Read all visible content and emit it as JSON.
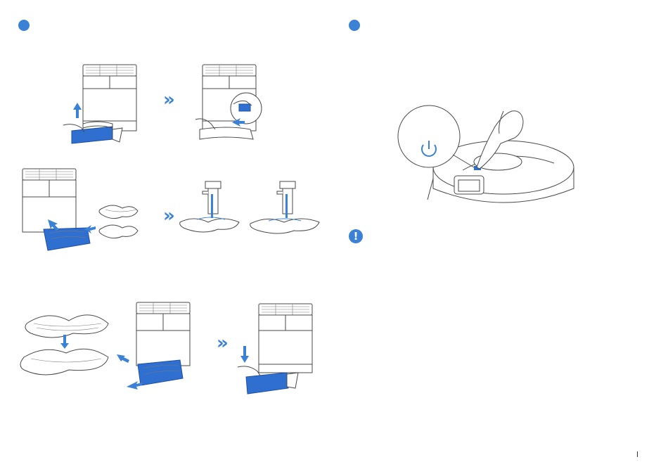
{
  "colors": {
    "accent": "#3b82d6",
    "tray": "#2f6fd0",
    "tray_dark": "#1f4fa8",
    "line": "#4a4a4a"
  },
  "icons": {
    "step_marker": "filled-circle",
    "next_step": "double-chevron-right",
    "notice": "exclamation-circle",
    "power": "power-icon"
  },
  "notice": {
    "symbol": "!"
  },
  "chevron": {
    "glyph": "»"
  }
}
